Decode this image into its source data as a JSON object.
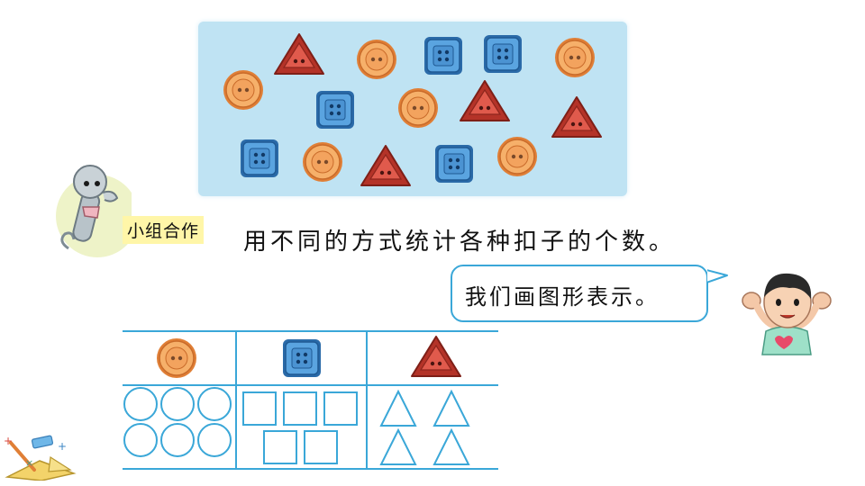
{
  "badge": {
    "label": "小组合作"
  },
  "instruction": {
    "text": "用不同的方式统计各种扣子的个数。"
  },
  "speech": {
    "text": "我们画图形表示。"
  },
  "panel": {
    "button_counts": {
      "round": 6,
      "square": 5,
      "triangle": 4
    }
  },
  "table": {
    "columns": [
      {
        "icon": "round-button-icon",
        "tally_shape": "circle",
        "count": 6
      },
      {
        "icon": "square-button-icon",
        "tally_shape": "square",
        "count": 5
      },
      {
        "icon": "triangle-button-icon",
        "tally_shape": "triangle",
        "count": 4
      }
    ]
  },
  "colors": {
    "panel_bg": "#bfe3f3",
    "round_button": "#f3a35e",
    "square_button": "#3b86c4",
    "triangle_button": "#d8453a",
    "table_line": "#3aa7d8",
    "badge_bg": "#fff6a8"
  }
}
